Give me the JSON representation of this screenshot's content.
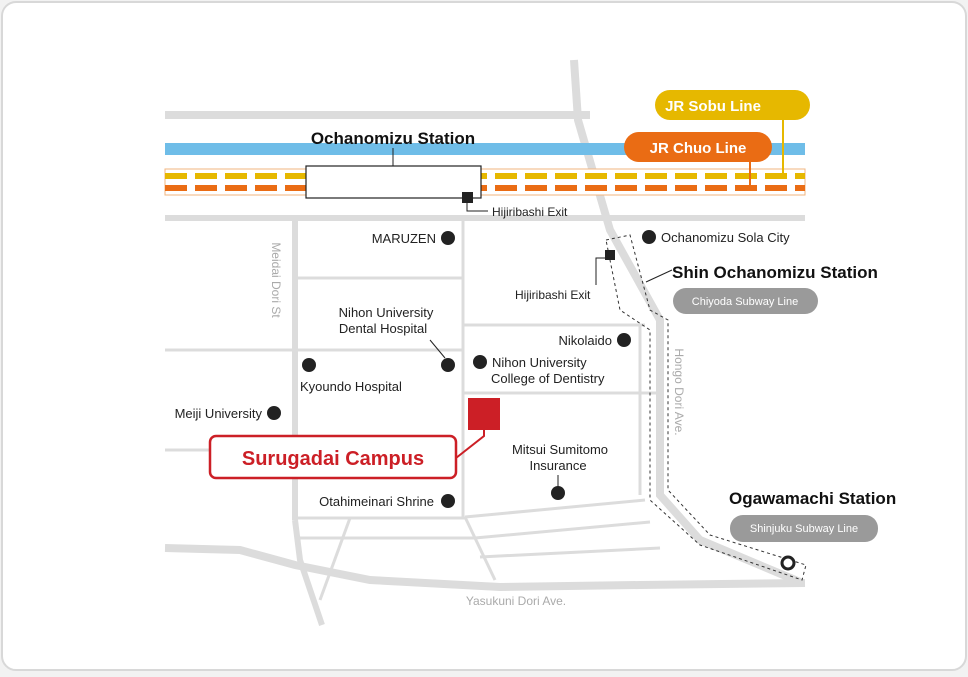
{
  "stations": {
    "ochanomizu": "Ochanomizu Station",
    "shin_ochanomizu": "Shin Ochanomizu Station",
    "ogawamachi": "Ogawamachi Station"
  },
  "lines": {
    "jr_sobu": "JR Sobu Line",
    "jr_chuo": "JR Chuo Line",
    "chiyoda": "Chiyoda Subway Line",
    "shinjuku": "Shinjuku Subway Line"
  },
  "exits": {
    "hijiribashi_jr": "Hijiribashi Exit",
    "hijiribashi_subway": "Hijiribashi Exit"
  },
  "streets": {
    "meidai": "Meidai Dori St",
    "hongo": "Hongo Dori Ave.",
    "yasukuni": "Yasukuni Dori Ave."
  },
  "places": {
    "maruzen": "MARUZEN",
    "sola_city": "Ochanomizu Sola City",
    "nihon_dental_1": "Nihon University",
    "nihon_dental_2": "Dental Hospital",
    "nikolaido": "Nikolaido",
    "nihon_college_1": "Nihon University",
    "nihon_college_2": "College of Dentistry",
    "kyoundo": "Kyoundo Hospital",
    "meiji": "Meiji University",
    "mitsui_1": "Mitsui Sumitomo",
    "mitsui_2": "Insurance",
    "otahime": "Otahimeinari Shrine"
  },
  "campus": "Surugadai Campus",
  "colors": {
    "sobu": "#e6b800",
    "chuo": "#ea6c14",
    "river": "#6fbde8",
    "campus": "#cc1f26",
    "road": "#dcdcdc",
    "badge": "#9a9a9a"
  }
}
